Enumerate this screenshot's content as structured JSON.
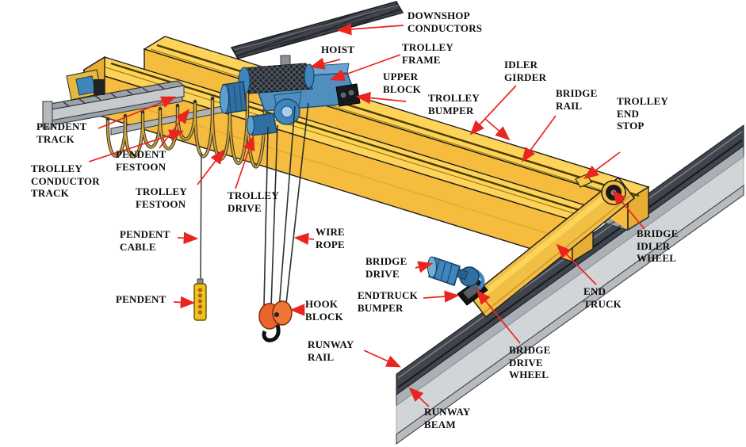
{
  "diagram": {
    "title": "Overhead bridge crane component diagram",
    "background_color": "#ffffff",
    "label_count": 24
  },
  "colors": {
    "arrow_red": "#e8251f",
    "girder_yellow": "#f5bc3e",
    "girder_top_yellow": "#fdd35a",
    "hoist_blue": "#3f86bd",
    "hook_orange": "#e9652c",
    "rail_gray": "#aab0b6",
    "dark_steel": "#40444c",
    "label_text": "#0d0d0d"
  },
  "labels": [
    {
      "id": "downshop-conductors",
      "text": "DOWNSHOP\nCONDUCTORS"
    },
    {
      "id": "hoist",
      "text": "HOIST"
    },
    {
      "id": "trolley-frame",
      "text": "TROLLEY\nFRAME"
    },
    {
      "id": "upper-block",
      "text": "UPPER\nBLOCK"
    },
    {
      "id": "trolley-bumper",
      "text": "TROLLEY\nBUMPER"
    },
    {
      "id": "idler-girder",
      "text": "IDLER\nGIRDER"
    },
    {
      "id": "bridge-rail",
      "text": "BRIDGE\nRAIL"
    },
    {
      "id": "trolley-end-stop",
      "text": "TROLLEY\nEND\nSTOP"
    },
    {
      "id": "pendent-track",
      "text": "PENDENT\nTRACK"
    },
    {
      "id": "pendent-festoon",
      "text": "PENDENT\nFESTOON"
    },
    {
      "id": "trolley-conductor-track",
      "text": "TROLLEY\nCONDUCTOR\nTRACK"
    },
    {
      "id": "trolley-festoon",
      "text": "TROLLEY\nFESTOON"
    },
    {
      "id": "trolley-drive",
      "text": "TROLLEY\nDRIVE"
    },
    {
      "id": "pendent-cable",
      "text": "PENDENT\nCABLE"
    },
    {
      "id": "wire-rope",
      "text": "WIRE\nROPE"
    },
    {
      "id": "bridge-drive",
      "text": "BRIDGE\nDRIVE"
    },
    {
      "id": "pendent",
      "text": "PENDENT"
    },
    {
      "id": "endtruck-bumper",
      "text": "ENDTRUCK\nBUMPER"
    },
    {
      "id": "hook-block",
      "text": "HOOK\nBLOCK"
    },
    {
      "id": "bridge-idler-wheel",
      "text": "BRIDGE\nIDLER\nWHEEL"
    },
    {
      "id": "end-truck",
      "text": "END\nTRUCK"
    },
    {
      "id": "runway-rail",
      "text": "RUNWAY\nRAIL"
    },
    {
      "id": "bridge-drive-wheel",
      "text": "BRIDGE\nDRIVE\nWHEEL"
    },
    {
      "id": "runway-beam",
      "text": "RUNWAY\nBEAM"
    }
  ]
}
